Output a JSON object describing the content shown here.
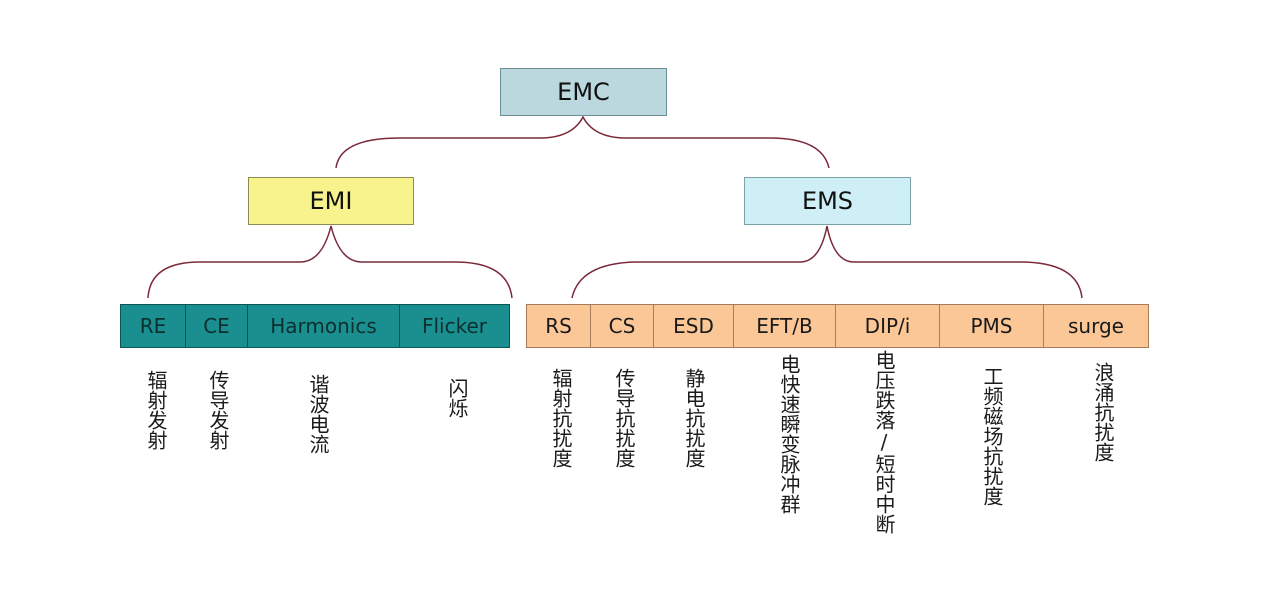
{
  "root": "EMC",
  "branches": {
    "emi": {
      "label": "EMI",
      "items": [
        {
          "code": "RE",
          "desc": "辐射发射"
        },
        {
          "code": "CE",
          "desc": "传导发射"
        },
        {
          "code": "Harmonics",
          "desc": "谐波电流"
        },
        {
          "code": "Flicker",
          "desc": "闪烁"
        }
      ]
    },
    "ems": {
      "label": "EMS",
      "items": [
        {
          "code": "RS",
          "desc": "辐射抗扰度"
        },
        {
          "code": "CS",
          "desc": "传导抗扰度"
        },
        {
          "code": "ESD",
          "desc": "静电抗扰度"
        },
        {
          "code": "EFT/B",
          "desc": "电快速瞬变脉冲群"
        },
        {
          "code": "DIP/i",
          "desc": "电压跌落/短时中断"
        },
        {
          "code": "PMS",
          "desc": "工频磁场抗扰度"
        },
        {
          "code": "surge",
          "desc": "浪涌抗扰度"
        }
      ]
    }
  },
  "colors": {
    "root_fill": "#bcd8df",
    "emi_fill": "#f8f38c",
    "ems_fill": "#cdeff5",
    "emi_leaf_fill": "#1b8f8f",
    "ems_leaf_fill": "#fbc797",
    "connector": "#7a2a3a"
  }
}
